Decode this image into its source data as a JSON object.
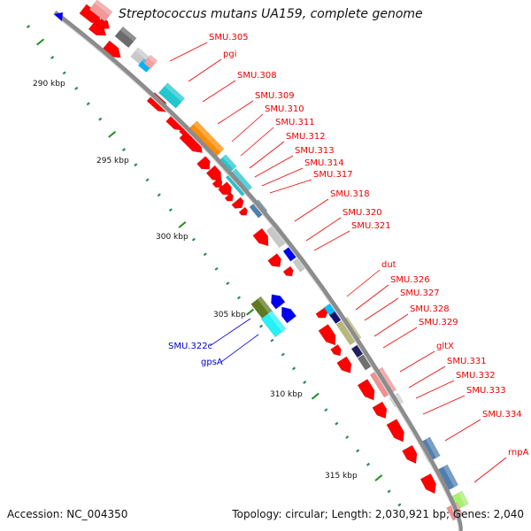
{
  "title": "Streptococcus mutans UA159, complete genome",
  "footer": {
    "accession": "Accession: NC_004350",
    "summary": "Topology: circular; Length: 2,030,921 bp; Genes: 2,040"
  },
  "colors": {
    "backbone": "#8c8c8c",
    "forward_gene": "#ff0000",
    "label_forward": "#ee0000",
    "label_reverse": "#0000cc",
    "tick_major": "#228b22",
    "tick_minor": "#2e8b57"
  },
  "scale_labels": [
    "290 kbp",
    "295 kbp",
    "300 kbp",
    "305 kbp",
    "310 kbp",
    "315 kbp"
  ],
  "forward_labels": [
    "SMU.305",
    "pgi",
    "SMU.308",
    "SMU.309",
    "SMU.310",
    "SMU.311",
    "SMU.312",
    "SMU.313",
    "SMU.314",
    "SMU.317",
    "SMU.318",
    "SMU.320",
    "SMU.321",
    "dut",
    "SMU.326",
    "SMU.327",
    "SMU.328",
    "SMU.329",
    "gltX",
    "SMU.331",
    "SMU.332",
    "SMU.333",
    "SMU.334",
    "rnpA"
  ],
  "reverse_labels": [
    "SMU.322c",
    "gpsA"
  ]
}
